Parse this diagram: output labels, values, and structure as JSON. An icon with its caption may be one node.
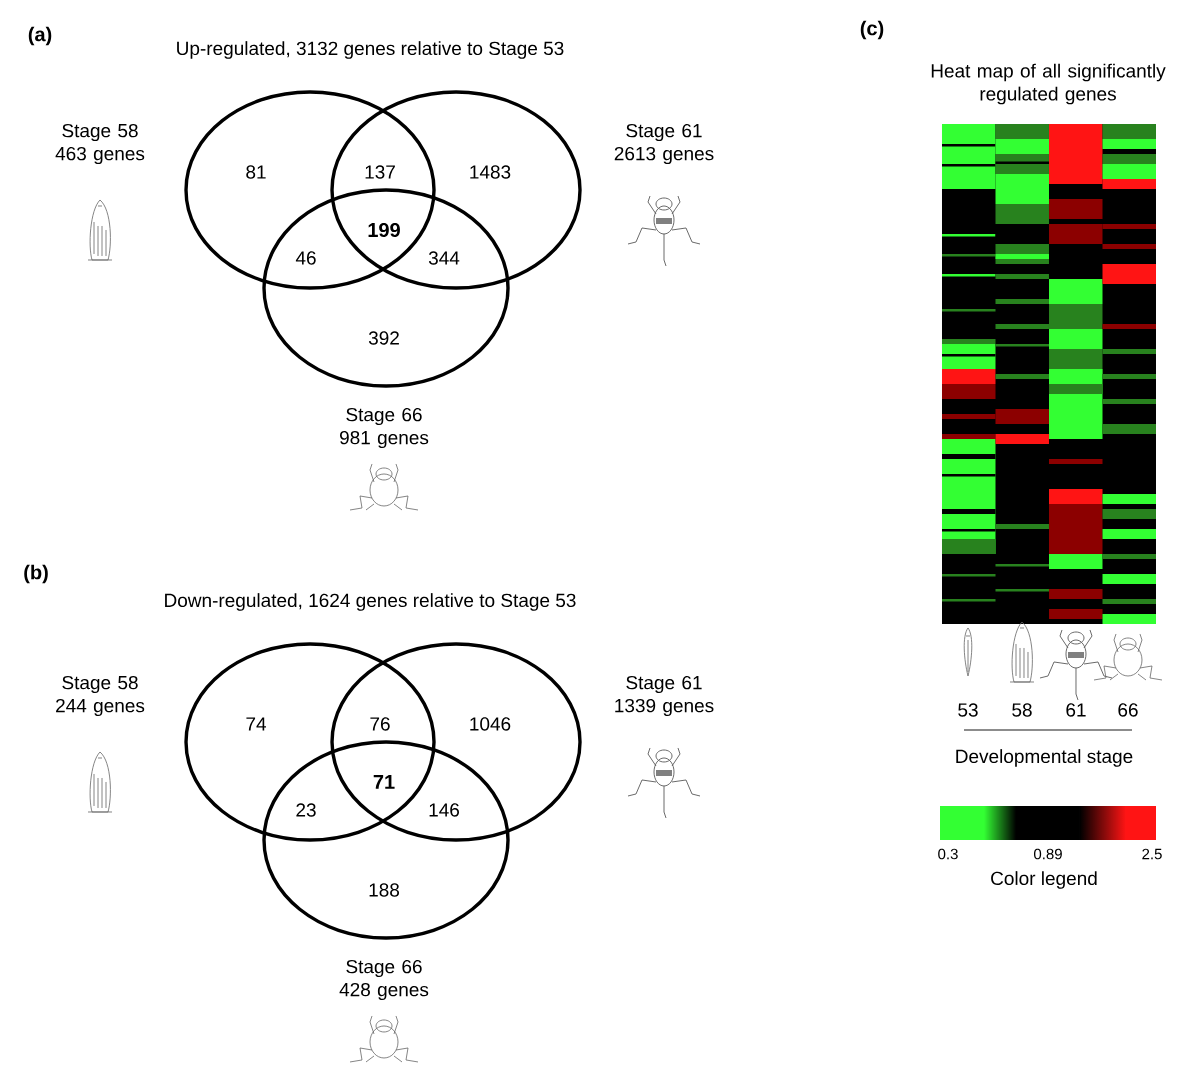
{
  "diagram": {
    "nodes": [
      {
        "text": [],
        "shape": "circle",
        "beside": [
          "Stage 58 463 genes"
        ]
      },
      {
        "text": [],
        "shape": "circle",
        "beside": [
          "Stage 61 2613 genes"
        ]
      },
      {
        "text": [],
        "shape": "circle",
        "beside": [
          "Stage 66 981 genes"
        ]
      },
      {
        "text": [],
        "shape": "circle",
        "beside": [
          "Stage 58 244 genes"
        ]
      },
      {
        "text": [],
        "shape": "circle",
        "beside": [
          "Stage 61 1339 genes"
        ]
      },
      {
        "text": [],
        "shape": "circle",
        "beside": [
          "Stage 66 428 genes"
        ]
      }
    ],
    "labels": [
      "(a)",
      "Up-regulated, 3132 genes relative to Stage 53",
      "81",
      "137",
      "1483",
      "199",
      "46",
      "344",
      "392",
      "(b)",
      "Down-regulated, 1624 genes relative to Stage 53",
      "74",
      "76",
      "1046",
      "71",
      "23",
      "146",
      "188",
      "(c)",
      "Heat map of all significantly regulated genes",
      "53",
      "58",
      "61",
      "66",
      "Developmental stage",
      "0.3",
      "0.89",
      "2.5",
      "Color legend"
    ]
  }
}
